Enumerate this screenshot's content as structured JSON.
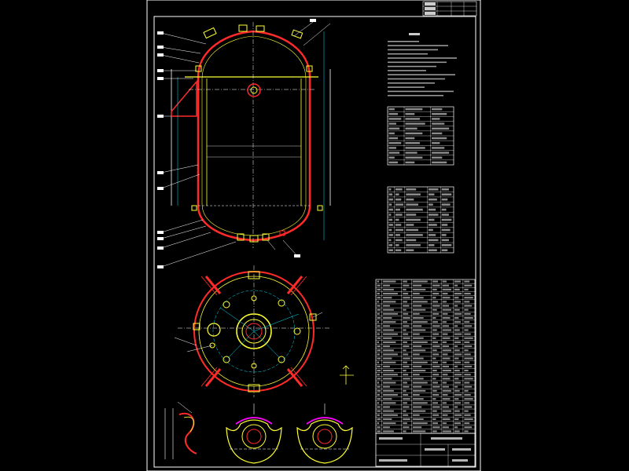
{
  "colors": {
    "background": "#000000",
    "frame": "#ffffff",
    "shell": "#ff2a2a",
    "centerline": "#ffff33",
    "dimension": "#00e5ff",
    "nozzle": "#ffff33",
    "leader": "#ffffff"
  },
  "sheet": {
    "top_stamp": [
      "",
      "",
      "",
      ""
    ]
  },
  "elevation_view": {
    "leader_numbers_left": [
      "",
      "",
      "",
      "",
      "",
      "",
      "",
      "",
      "",
      "",
      "",
      ""
    ],
    "leader_numbers_right": [
      "",
      "",
      "",
      ""
    ],
    "centerline_label": ""
  },
  "plan_view": {
    "nozzle_labels": [
      "",
      "",
      "",
      "",
      "",
      "",
      "",
      ""
    ]
  },
  "detail_views": {
    "labels": [
      "",
      "",
      ""
    ]
  },
  "notes_block": {
    "title": "",
    "line_count": 14
  },
  "design_data_table": {
    "title": "",
    "rows": 12,
    "cols": 3
  },
  "nozzle_table": {
    "title": "",
    "rows": 13,
    "cols": 5
  },
  "parts_list": {
    "title": "",
    "rows": 38,
    "cols": 8
  },
  "title_block": {
    "drawing_title": "",
    "fields": [
      "",
      "",
      "",
      "",
      "",
      ""
    ]
  }
}
